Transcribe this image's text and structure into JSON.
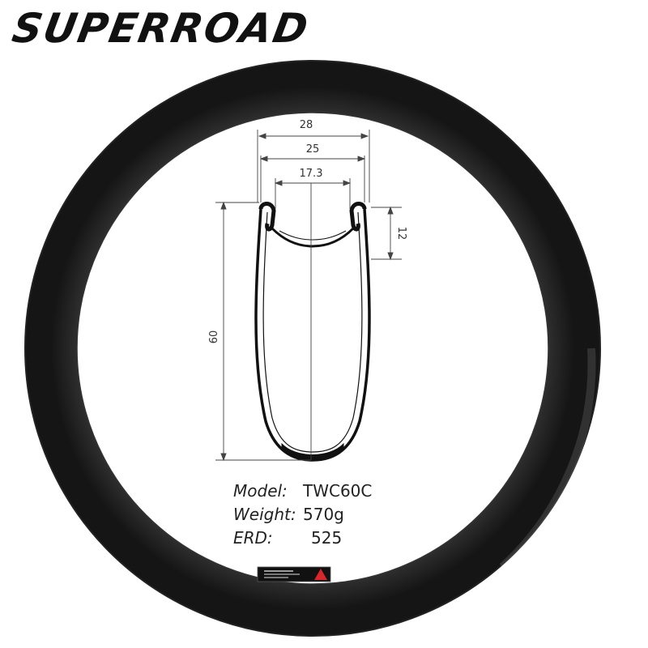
{
  "brand": "SUPERROAD",
  "dimensions": {
    "outer_width": "28",
    "inner_width_hook": "25",
    "inner_width_bead": "17.3",
    "hook_height": "12",
    "rim_depth": "60"
  },
  "specs": [
    {
      "label": "Model:",
      "value": "TWC60C"
    },
    {
      "label": "Weight:",
      "value": "570g"
    },
    {
      "label": "ERD:",
      "value": "525"
    }
  ],
  "colors": {
    "rim": "#1c1c1c",
    "rim_highlight": "#3a3a3a",
    "background": "#ffffff",
    "decal_red": "#d8262b"
  }
}
